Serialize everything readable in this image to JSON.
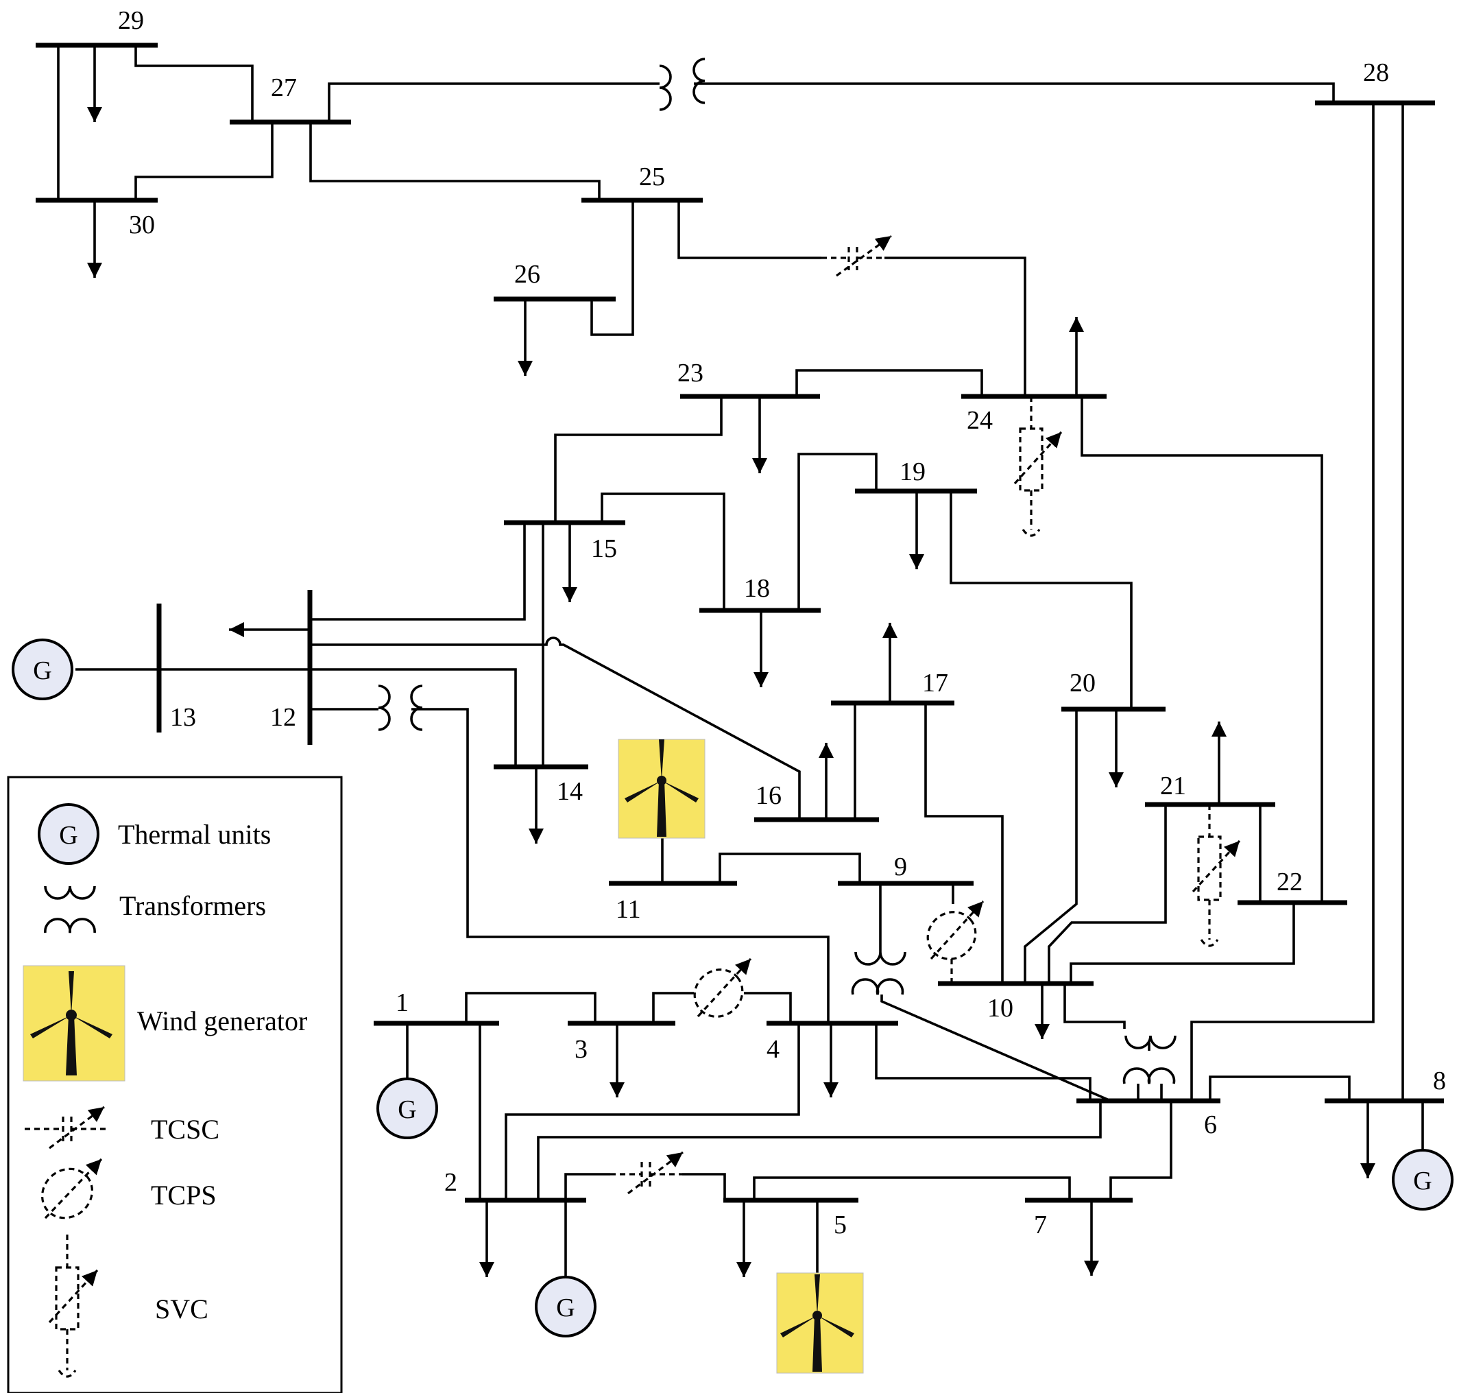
{
  "bus_labels": {
    "b1": "1",
    "b2": "2",
    "b3": "3",
    "b4": "4",
    "b5": "5",
    "b6": "6",
    "b7": "7",
    "b8": "8",
    "b9": "9",
    "b10": "10",
    "b11": "11",
    "b12": "12",
    "b13": "13",
    "b14": "14",
    "b15": "15",
    "b16": "16",
    "b17": "17",
    "b18": "18",
    "b19": "19",
    "b20": "20",
    "b21": "21",
    "b22": "22",
    "b23": "23",
    "b24": "24",
    "b25": "25",
    "b26": "26",
    "b27": "27",
    "b28": "28",
    "b29": "29",
    "b30": "30"
  },
  "generator_symbol": "G",
  "legend": {
    "thermal": "Thermal units",
    "transformers": "Transformers",
    "wind": "Wind generator",
    "tcsc": "TCSC",
    "tcps": "TCPS",
    "svc": "SVC"
  },
  "colors": {
    "line": "#000000",
    "generator_fill": "#e6e9f5",
    "wind_fill": "#f7e463"
  }
}
